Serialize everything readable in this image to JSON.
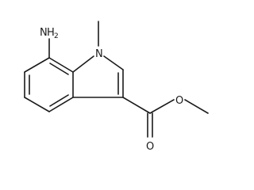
{
  "molecule": {
    "atoms": {
      "amine_symbol": "N",
      "amine_hydrogens": "H",
      "amine_hydrogen_count": "2",
      "ring_nitrogen": "N",
      "ester_ether_oxygen": "O",
      "carbonyl_oxygen": "O"
    }
  }
}
